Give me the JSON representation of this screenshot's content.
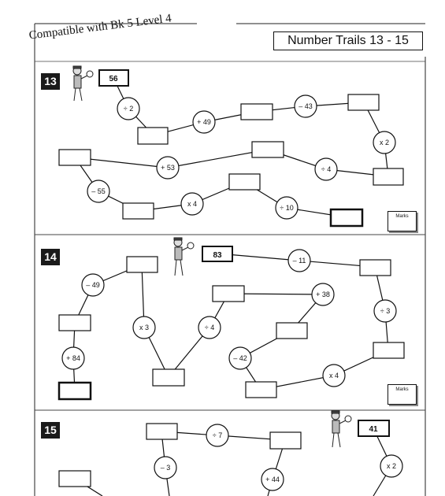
{
  "header": {
    "compatibility_note": "Compatible with Bk 5 Level 4",
    "title": "Number Trails 13 - 15"
  },
  "trails": [
    {
      "number": "13",
      "start": "56",
      "steps": [
        "÷ 2",
        "+ 49",
        "– 43",
        "x 2",
        "÷ 4",
        "+ 53",
        "– 55",
        "x 4",
        "÷ 10"
      ],
      "marks_label": "Marks"
    },
    {
      "number": "14",
      "start": "83",
      "steps": [
        "– 11",
        "÷ 3",
        "x 4",
        "– 42",
        "+ 38",
        "÷ 4",
        "x 3",
        "– 49",
        "+ 84"
      ],
      "marks_label": "Marks"
    },
    {
      "number": "15",
      "start": "41",
      "steps": [
        "x 2",
        "+ 44",
        "÷ 7",
        "– 3"
      ]
    }
  ]
}
